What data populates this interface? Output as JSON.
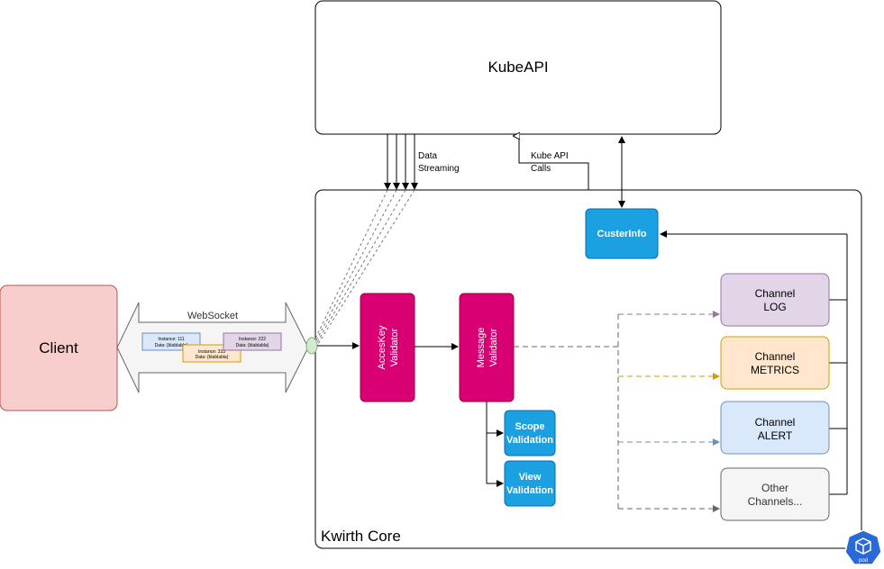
{
  "kubeapi": {
    "label": "KubeAPI"
  },
  "client": {
    "label": "Client"
  },
  "websocket": {
    "label": "WebSocket",
    "messages": [
      {
        "line1": "Instance: 111",
        "line2": "Data: {blablabla}"
      },
      {
        "line1": "Instance: 222",
        "line2": "Data: {blablabla}"
      },
      {
        "line1": "Instance: 333",
        "line2": "Data: {blablabla}"
      }
    ]
  },
  "data_streaming": {
    "line1": "Data",
    "line2": "Streaming"
  },
  "kube_api_calls": {
    "line1": "Kube API",
    "line2": "Calls"
  },
  "core": {
    "label": "Kwirth Core"
  },
  "cluster_info": {
    "label": "CusterInfo"
  },
  "accesskey_validator": {
    "line1": "AccesKey",
    "line2": "Validator"
  },
  "message_validator": {
    "line1": "Message",
    "line2": "Validator"
  },
  "scope_validation": {
    "line1": "Scope",
    "line2": "Validation"
  },
  "view_validation": {
    "line1": "View",
    "line2": "Validation"
  },
  "channels": {
    "log": {
      "line1": "Channel",
      "line2": "LOG"
    },
    "metrics": {
      "line1": "Channel",
      "line2": "METRICS"
    },
    "alert": {
      "line1": "Channel",
      "line2": "ALERT"
    },
    "other": {
      "line1": "Other",
      "line2": "Channels..."
    }
  },
  "pod_badge": {
    "label": "pod"
  },
  "colors": {
    "validator": "#d80073",
    "blue_box": "#1ba1e2",
    "log_fill": "#e1d5e7",
    "log_stroke": "#9673a6",
    "metrics_fill": "#ffe6cc",
    "metrics_stroke": "#d79b00",
    "alert_fill": "#dae8fc",
    "alert_stroke": "#6c8ebf",
    "other_fill": "#f5f5f5",
    "other_stroke": "#666666",
    "client_fill": "#f8cecc",
    "client_stroke": "#b85450"
  }
}
